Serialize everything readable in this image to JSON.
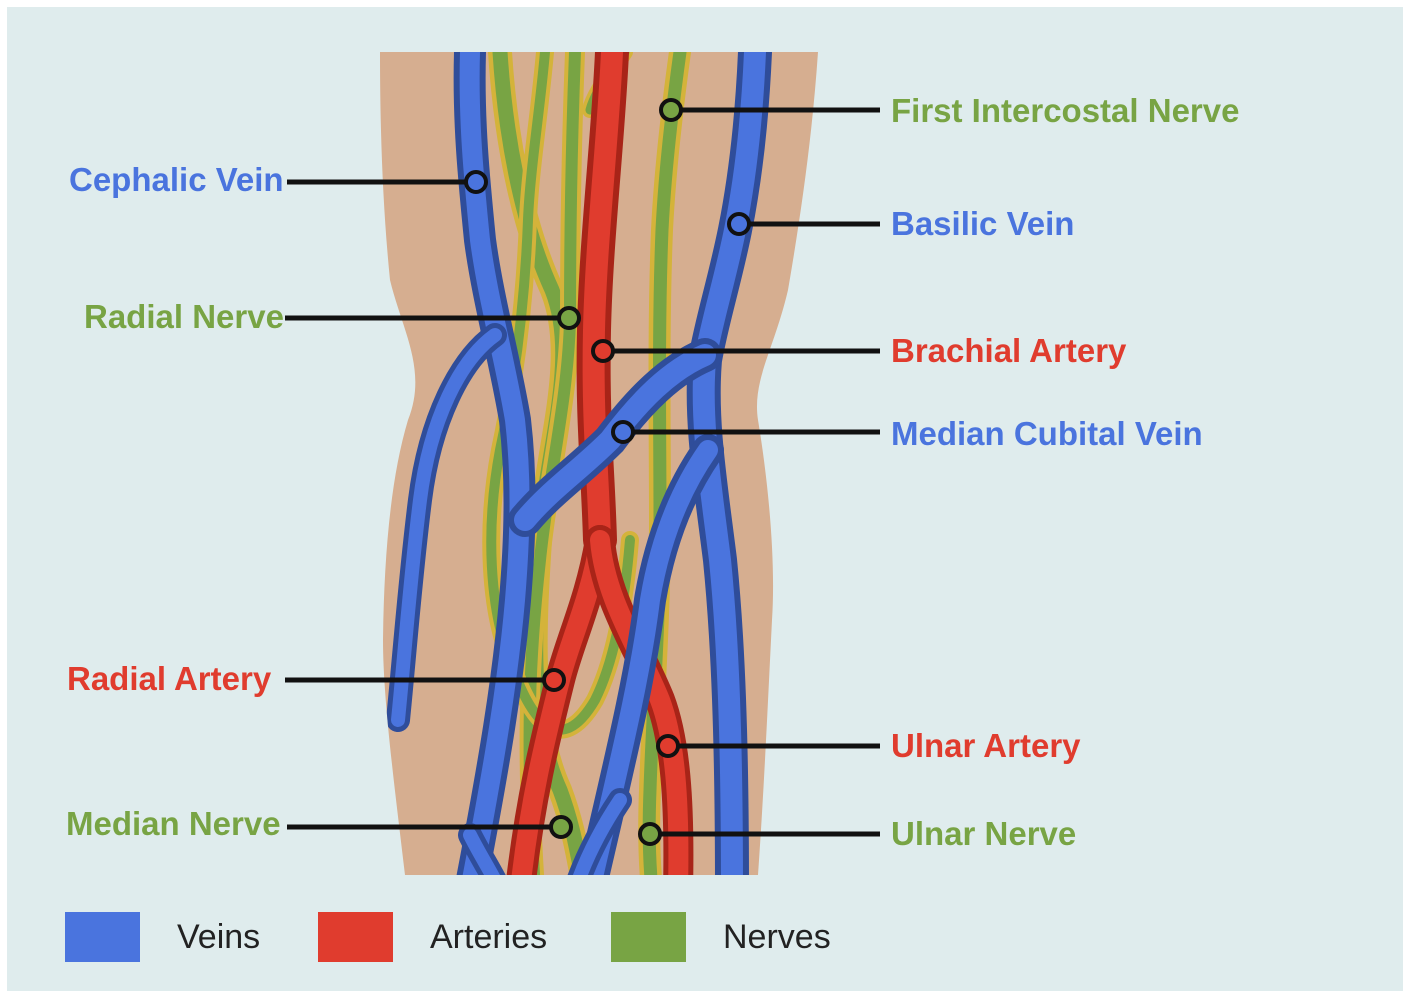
{
  "colors": {
    "background": "#dfeced",
    "skin": "#d6ae90",
    "vein": "#4a74de",
    "vein_dark": "#2f4d9a",
    "artery": "#e03c2e",
    "artery_dark": "#a82418",
    "nerve": "#78a444",
    "nerve_yellow": "#d4b33a",
    "leader": "#111111"
  },
  "labels": {
    "cephalic_vein": "Cephalic Vein",
    "radial_nerve": "Radial Nerve",
    "radial_artery": "Radial Artery",
    "median_nerve": "Median Nerve",
    "first_intercostal_nerve": "First Intercostal Nerve",
    "basilic_vein": "Basilic Vein",
    "brachial_artery": "Brachial Artery",
    "median_cubital_vein": "Median Cubital Vein",
    "ulnar_artery": "Ulnar Artery",
    "ulnar_nerve": "Ulnar Nerve"
  },
  "legend": {
    "veins": "Veins",
    "arteries": "Arteries",
    "nerves": "Nerves"
  }
}
